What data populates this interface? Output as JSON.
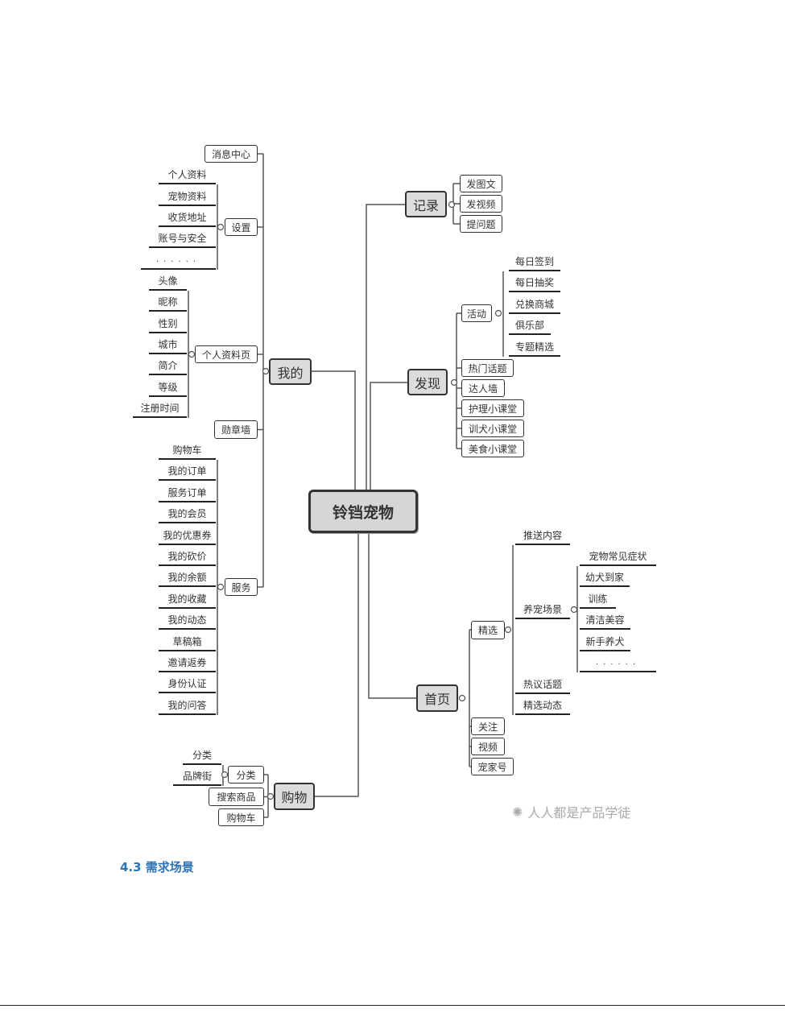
{
  "mindmap": {
    "center": "铃铛宠物",
    "mine": {
      "label": "我的",
      "message_center": "消息中心",
      "settings": {
        "label": "设置",
        "items": [
          "个人资料",
          "宠物资料",
          "收货地址",
          "账号与安全",
          "······"
        ]
      },
      "profile_page": {
        "label": "个人资料页",
        "items": [
          "头像",
          "昵称",
          "性别",
          "城市",
          "简介",
          "等级",
          "注册时间"
        ]
      },
      "medal_wall": "勋章墙",
      "services": {
        "label": "服务",
        "items": [
          "购物车",
          "我的订单",
          "服务订单",
          "我的会员",
          "我的优惠券",
          "我的砍价",
          "我的余额",
          "我的收藏",
          "我的动态",
          "草稿箱",
          "邀请返券",
          "身份认证",
          "我的问答"
        ]
      }
    },
    "record": {
      "label": "记录",
      "items": [
        "发图文",
        "发视频",
        "提问题"
      ]
    },
    "discover": {
      "label": "发现",
      "activity": {
        "label": "活动",
        "items": [
          "每日签到",
          "每日抽奖",
          "兑换商城",
          "俱乐部",
          "专题精选"
        ]
      },
      "items": [
        "热门话题",
        "达人墙",
        "护理小课堂",
        "训犬小课堂",
        "美食小课堂"
      ]
    },
    "home": {
      "label": "首页",
      "featured": {
        "label": "精选",
        "push": "推送内容",
        "scenes": {
          "label": "养宠场景",
          "items": [
            "宠物常见症状",
            "幼犬到家",
            "训练",
            "清洁美容",
            "新手养犬",
            "······"
          ]
        },
        "hot_topics": "热议话题",
        "featured_posts": "精选动态"
      },
      "items": [
        "关注",
        "视频",
        "宠家号"
      ]
    },
    "shopping": {
      "label": "购物",
      "category": {
        "label": "分类",
        "items": [
          "分类",
          "品牌街"
        ]
      },
      "search": "搜索商品",
      "cart": "购物车"
    }
  },
  "watermark": "人人都是产品学徒",
  "section_heading": "4.3 需求场景"
}
